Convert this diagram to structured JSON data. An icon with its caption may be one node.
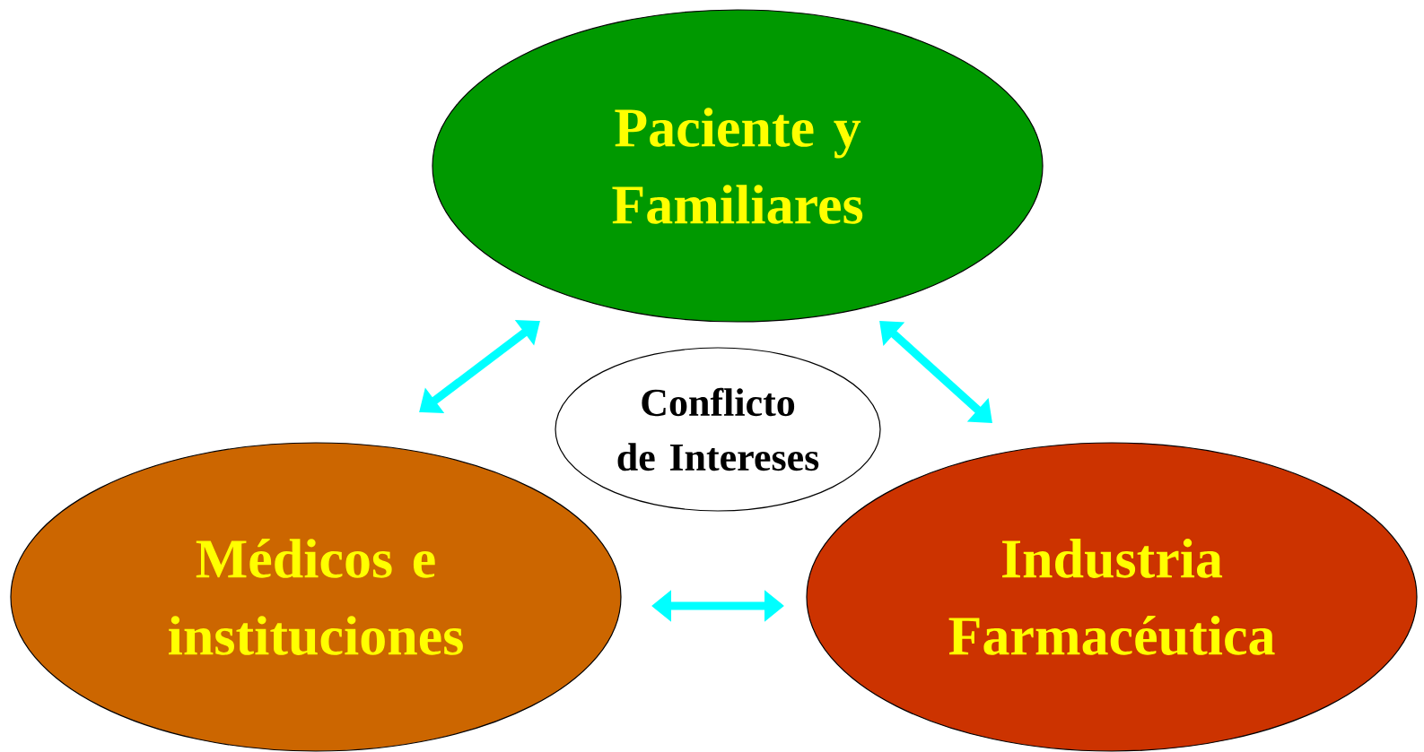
{
  "diagram": {
    "nodes": [
      {
        "text": [
          "Paciente y Familiares"
        ]
      },
      {
        "text": [
          "Conflicto de Intereses"
        ]
      },
      {
        "text": [
          "Médicos e instituciones"
        ]
      },
      {
        "text": [
          "Industria Farmacéutica"
        ]
      }
    ],
    "edges": [
      {
        "from": 2,
        "to": 0,
        "arrow": "both"
      },
      {
        "from": 0,
        "to": 3,
        "arrow": "both"
      },
      {
        "from": 2,
        "to": 3,
        "arrow": "both"
      }
    ]
  }
}
